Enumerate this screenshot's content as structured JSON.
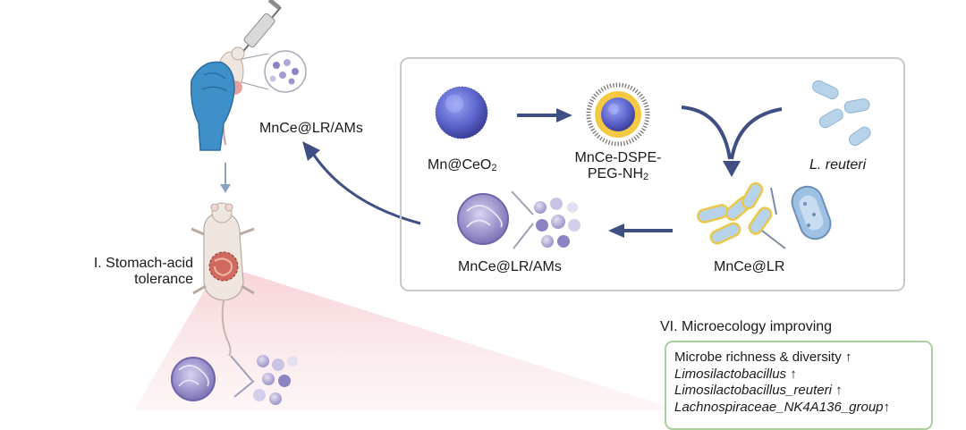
{
  "labels": {
    "top_left": "MnCe@LR/AMs",
    "stomach_line1": "I. Stomach-acid",
    "stomach_line2": "tolerance",
    "mnceo2_main": "Mn@CeO",
    "mnceo2_sub": "2",
    "dspe_line1": "MnCe-DSPE-",
    "dspe_line2_main": "PEG-NH",
    "dspe_line2_sub": "2",
    "reuteri": "L. reuteri",
    "mnce_lr": "MnCe@LR",
    "mnce_lr_ams": "MnCe@LR/AMs",
    "micro_title": "VI. Microecology improving"
  },
  "microecology_items": [
    "Microbe richness & diversity",
    "Limosilactobacillus",
    "Limosilactobacillus_reuteri",
    "Lachnospiraceae_NK4A136_group"
  ],
  "colors": {
    "arrow": "#3f4f84",
    "glove": "#3f8fc9",
    "panel_border": "#c9c9c9",
    "green_border": "#a9cf9a",
    "nanoparticle": "#6b73d8",
    "bacteria": "#b7d3ea",
    "bead": "#b3aad8",
    "cone": "#f4c8cc"
  }
}
